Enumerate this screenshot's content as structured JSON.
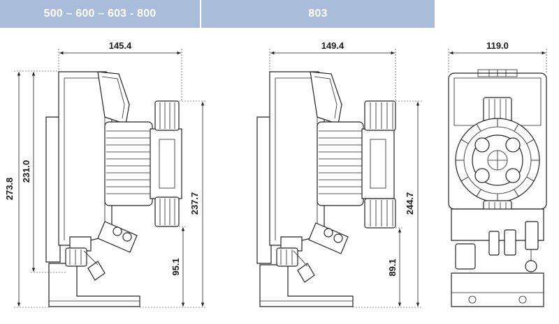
{
  "headers": {
    "left": "500 – 600 – 603 - 800",
    "right": "803"
  },
  "dimensions": {
    "left_width": "145.4",
    "left_height_total": "273.8",
    "left_height_body": "231.0",
    "left_height_ports": "237.7",
    "left_height_outlet": "95.1",
    "mid_width": "149.4",
    "mid_height_ports": "244.7",
    "mid_height_outlet": "89.1",
    "front_width": "119.0"
  },
  "colors": {
    "header_bg": "#a9bcd9",
    "header_text": "#ffffff",
    "line": "#222222"
  }
}
